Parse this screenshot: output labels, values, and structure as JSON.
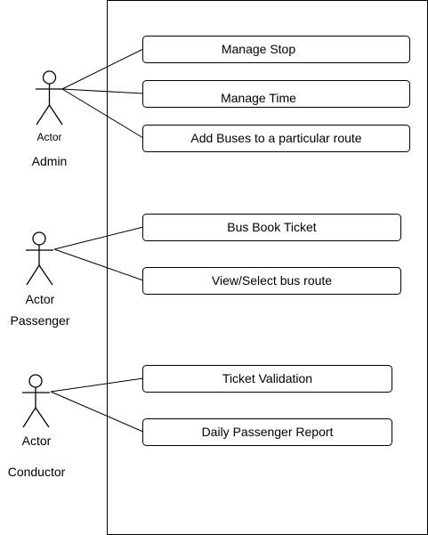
{
  "diagram": {
    "actors": [
      {
        "caption": "Actor",
        "role": "Admin"
      },
      {
        "caption": "Actor",
        "role": "Passenger"
      },
      {
        "caption": "Actor",
        "role": "Conductor"
      }
    ],
    "use_cases": [
      {
        "label": "Manage Stop"
      },
      {
        "label": "Manage Time"
      },
      {
        "label": "Add Buses to a particular route"
      },
      {
        "label": "Bus Book Ticket"
      },
      {
        "label": "View/Select bus route"
      },
      {
        "label": "Ticket Validation"
      },
      {
        "label": "Daily Passenger Report"
      }
    ]
  }
}
